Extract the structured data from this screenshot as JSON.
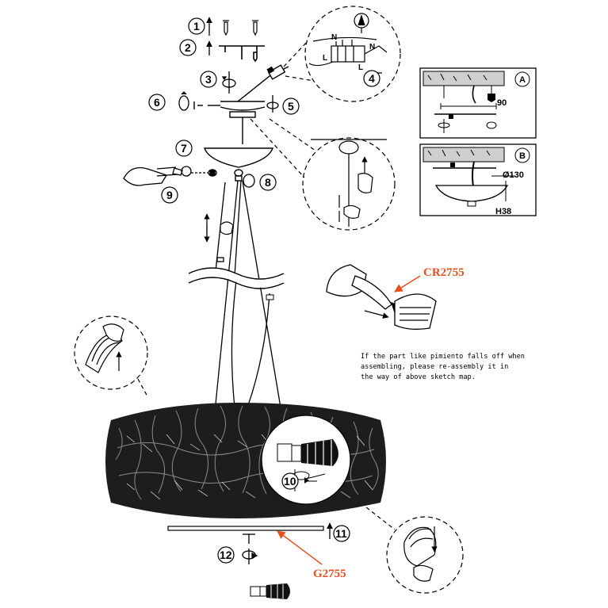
{
  "steps": [
    "1",
    "2",
    "3",
    "4",
    "5",
    "6",
    "7",
    "8",
    "9",
    "10",
    "11",
    "12"
  ],
  "note_lines": [
    "If the part like pimiento falls off when",
    "assembling, please re-assembly it in",
    "the way of above sketch map."
  ],
  "parts": {
    "upper_code": "CR2755",
    "lower_code": "G2755"
  },
  "panel_a": {
    "label": "A",
    "dimension": "90"
  },
  "panel_b": {
    "label": "B",
    "diameter": "Ø130",
    "height": "H38"
  },
  "wiring": {
    "neutral": "N",
    "live": "L"
  },
  "colors": {
    "callout": "#e8501e",
    "line": "#000000"
  }
}
